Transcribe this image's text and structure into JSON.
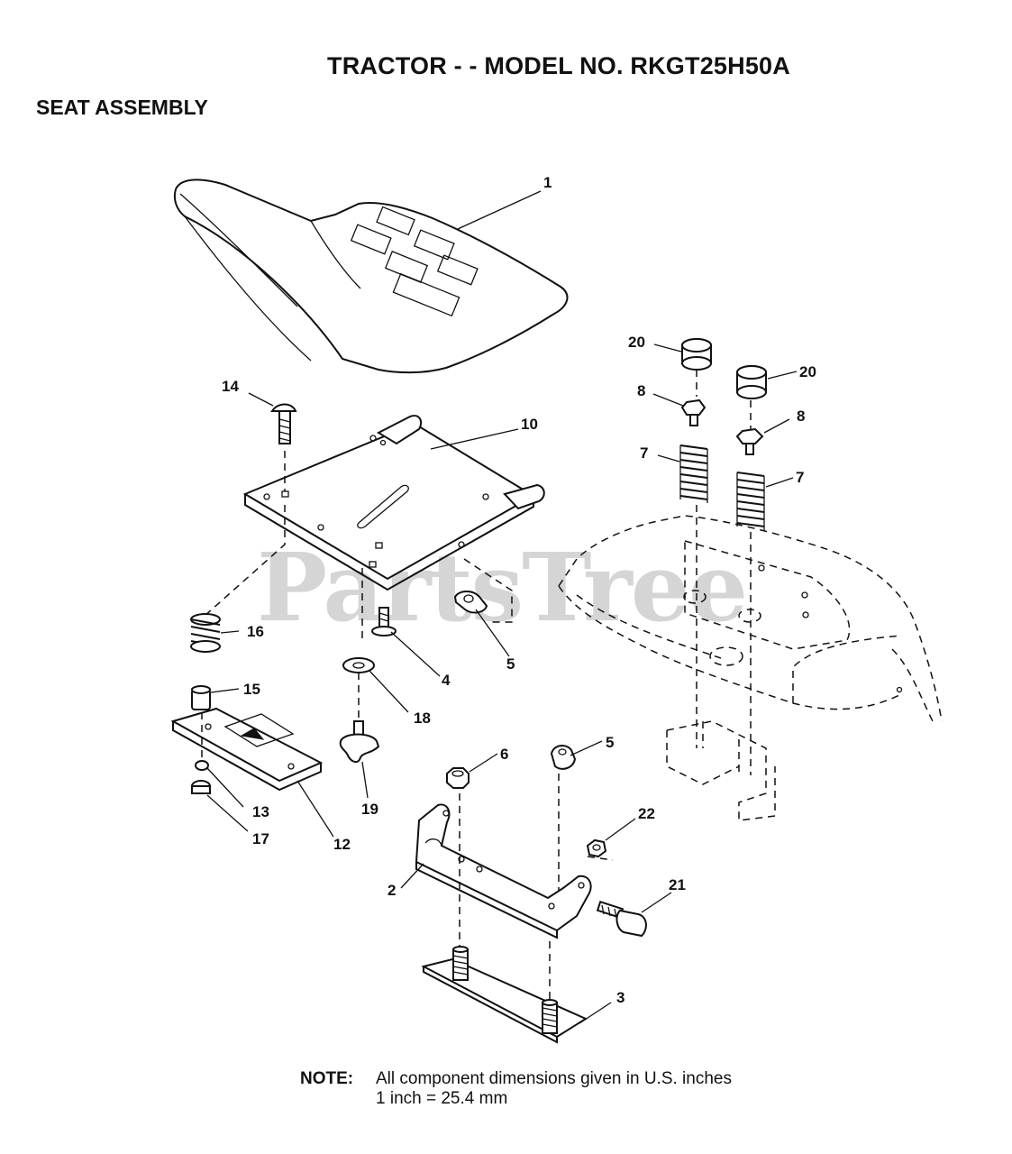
{
  "header": {
    "title": "TRACTOR - - MODEL NO. RKGT25H50A",
    "section": "SEAT ASSEMBLY"
  },
  "watermark": "PartsTree",
  "note": {
    "label": "NOTE:",
    "line1": "All component dimensions given in U.S. inches",
    "line2": "1 inch = 25.4 mm"
  },
  "callouts": {
    "c1": "1",
    "c2": "2",
    "c3": "3",
    "c4": "4",
    "c5a": "5",
    "c5b": "5",
    "c6": "6",
    "c7a": "7",
    "c7b": "7",
    "c8a": "8",
    "c8b": "8",
    "c10": "10",
    "c12": "12",
    "c13": "13",
    "c14": "14",
    "c15": "15",
    "c16": "16",
    "c17": "17",
    "c18": "18",
    "c19": "19",
    "c20a": "20",
    "c20b": "20",
    "c21": "21",
    "c22": "22"
  }
}
